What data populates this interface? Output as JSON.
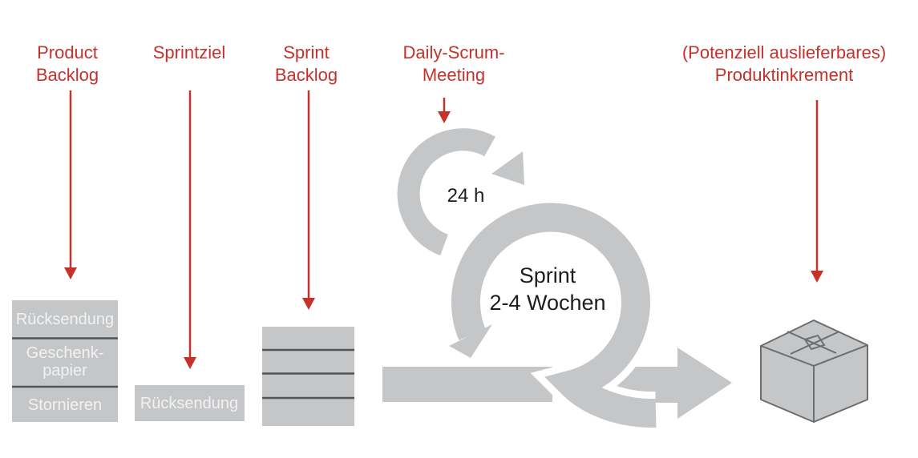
{
  "diagram": {
    "colors": {
      "accent_red": "#c5312b",
      "shape_gray": "#c5c6c7",
      "outline_gray": "#6d6e70",
      "divider_gray": "#525355",
      "box_text": "#f2f2f3",
      "dark_text": "#1d1d1b",
      "bg": "#ffffff"
    },
    "labels": {
      "product_backlog": {
        "line1": "Product",
        "line2": "Backlog"
      },
      "sprintziel": {
        "line1": "Sprintziel"
      },
      "sprint_backlog": {
        "line1": "Sprint",
        "line2": "Backlog"
      },
      "daily_scrum": {
        "line1": "Daily-Scrum-",
        "line2": "Meeting"
      },
      "produktinkrement": {
        "line1": "(Potenziell auslieferbares)",
        "line2": "Produktinkrement"
      }
    },
    "product_backlog_stack": {
      "item1": {
        "line1": "Rücksendung"
      },
      "item2": {
        "line1": "Geschenk-",
        "line2": "papier"
      },
      "item3": {
        "line1": "Stornieren"
      }
    },
    "sprint_goal_box": {
      "text": "Rücksendung"
    },
    "daily_loop": {
      "label": "24 h"
    },
    "sprint_loop": {
      "label_line1": "Sprint",
      "label_line2": "2-4 Wochen"
    }
  }
}
